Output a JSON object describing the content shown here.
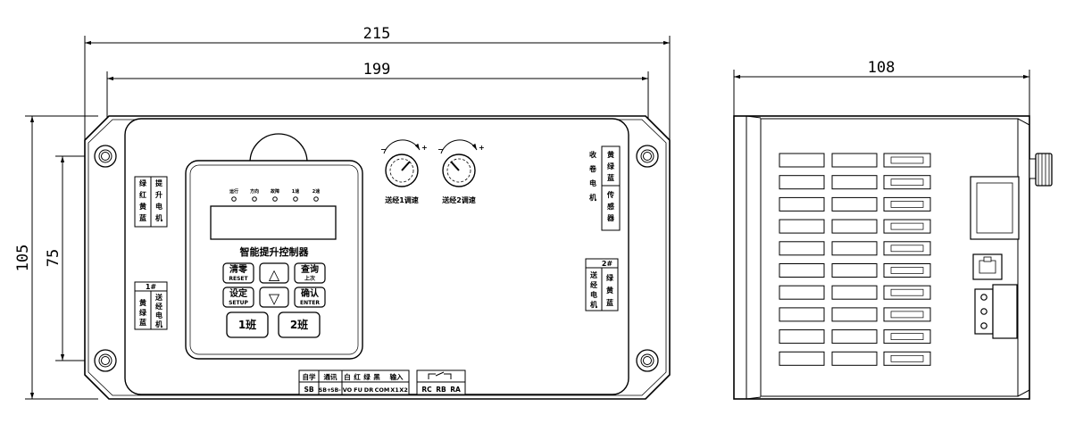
{
  "dimensions": {
    "overall_width": "215",
    "mount_width": "199",
    "overall_height": "105",
    "mount_height": "75",
    "side_depth": "108"
  },
  "front": {
    "title": "智能提升控制器",
    "indicators": [
      "运行",
      "方向",
      "故障",
      "1速",
      "2速"
    ],
    "keys": {
      "clear_main": "清零",
      "clear_sub": "RESET",
      "query_main": "查询",
      "query_sub": "上次",
      "setup_main": "设定",
      "setup_sub": "SETUP",
      "enter_main": "确认",
      "enter_sub": "ENTER",
      "up_symbol": "△",
      "down_symbol": "▽",
      "shift1": "1班",
      "shift2": "2班"
    },
    "knobs": [
      {
        "label": "送经1调速",
        "minus": "−",
        "plus": "+"
      },
      {
        "label": "送经2调速",
        "minus": "−",
        "plus": "+"
      }
    ],
    "left_lift_motor": {
      "colors": [
        "绿",
        "红",
        "黄",
        "蓝"
      ],
      "name": [
        "提",
        "升",
        "电",
        "机"
      ]
    },
    "left_feed1": {
      "number": "1#",
      "colors": [
        "黄",
        "绿",
        "蓝"
      ],
      "name": [
        "送",
        "经",
        "电",
        "机"
      ]
    },
    "right_winding": {
      "name": [
        "收",
        "卷",
        "电",
        "机"
      ],
      "colors": [
        "黄",
        "绿",
        "蓝"
      ],
      "sensor": [
        "传",
        "感",
        "器"
      ]
    },
    "right_feed2": {
      "number": "2#",
      "name": [
        "送",
        "经",
        "电",
        "机"
      ],
      "colors": [
        "绿",
        "黄",
        "蓝"
      ]
    },
    "terminals": {
      "top": [
        "自学",
        "通讯",
        "白",
        "红",
        "绿",
        "黑",
        "输入"
      ],
      "bottom": [
        "SB",
        "SB+",
        "SB-",
        "VO",
        "FU",
        "DR",
        "COM",
        "X1",
        "X2"
      ]
    },
    "relay": {
      "labels": [
        "RC",
        "RB",
        "RA"
      ]
    }
  }
}
